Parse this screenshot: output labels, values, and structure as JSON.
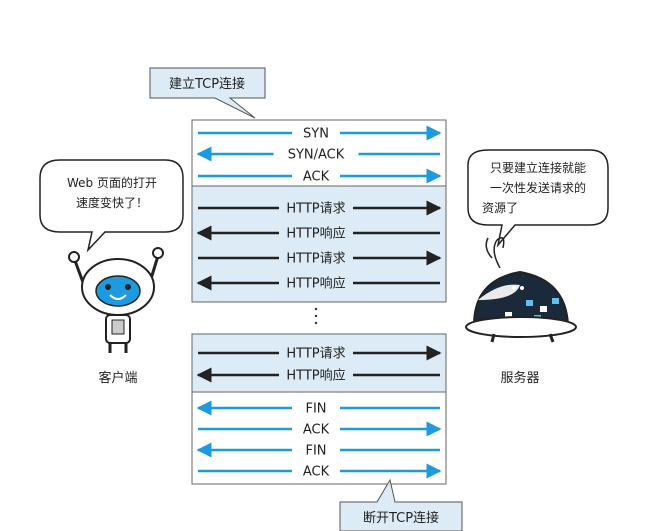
{
  "callouts": {
    "connect": "建立TCP连接",
    "disconnect": "断开TCP连接"
  },
  "handshake": [
    "SYN",
    "SYN/ACK",
    "ACK"
  ],
  "http_block_1": [
    "HTTP请求",
    "HTTP响应",
    "HTTP请求",
    "HTTP响应"
  ],
  "http_block_2": [
    "HTTP请求",
    "HTTP响应"
  ],
  "teardown": [
    "FIN",
    "ACK",
    "FIN",
    "ACK"
  ],
  "client": {
    "label": "客户端",
    "speech": [
      "Web 页面的打开",
      "速度变快了！"
    ]
  },
  "server": {
    "label": "服务器",
    "speech": [
      "只要建立连接就能",
      "一次性发送请求的",
      "资源了"
    ]
  },
  "colors": {
    "blue_arrow": "#1e9be0",
    "black_arrow": "#222222",
    "panel_fill": "#dcebf5",
    "callout_fill": "#dcebf5"
  }
}
